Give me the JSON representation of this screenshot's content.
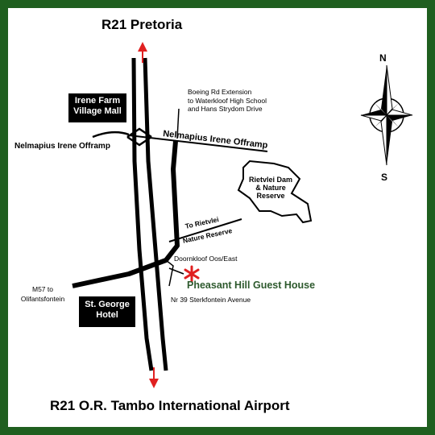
{
  "map": {
    "north_destination": "R21 Pretoria",
    "south_destination": "R21 O.R. Tambo  International Airport",
    "mall": {
      "line1": "Irene Farm",
      "line2": "Village Mall"
    },
    "hotel": {
      "line1": "St. George",
      "line2": "Hotel"
    },
    "offramp_west": "Nelmapius Irene Offramp",
    "offramp_road": "Nelmapius Irene Offramp",
    "boeing": {
      "line1": "Boeing Rd Extension",
      "line2": "to Waterkloof High School",
      "line3": "and Hans Strydom Drive"
    },
    "dam": {
      "line1": "Rietvlei Dam",
      "line2": "& Nature",
      "line3": "Reserve"
    },
    "to_rietvlei": {
      "line1": "To Rietvlei",
      "line2": "Nature Reserve"
    },
    "doornkloof": "Doornkloof Oos/East",
    "guest_house": "Pheasant Hill Guest House",
    "address": "Nr 39 Sterkfontein Avenue",
    "m57": {
      "line1": "M57 to",
      "line2": "Olifantsfontein"
    },
    "compass": {
      "north": "N",
      "south": "S"
    },
    "colors": {
      "border": "#1f5f1f",
      "arrow": "#e02020",
      "marker": "#e02020",
      "guest_house_text": "#2e5a2e"
    }
  }
}
